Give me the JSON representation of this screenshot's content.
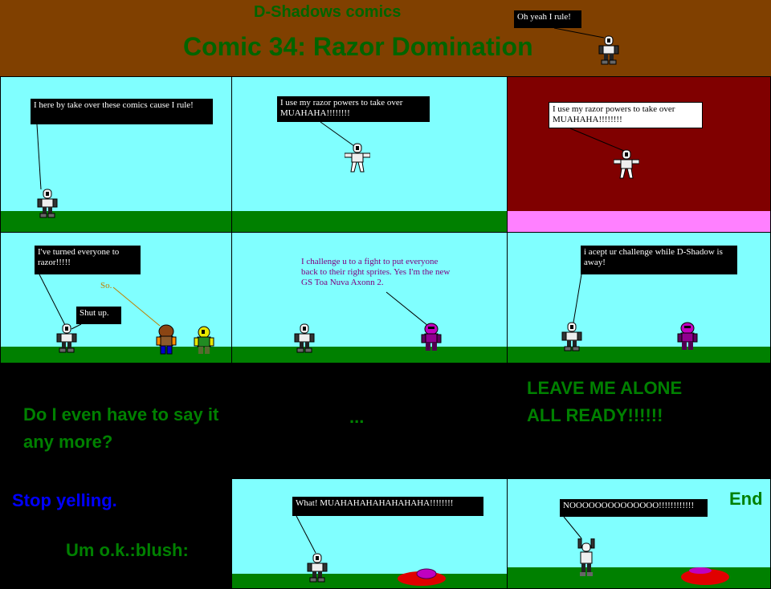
{
  "header": {
    "site_title": "D-Shadows comics",
    "comic_title": "Comic 34: Razor Domination",
    "speech": "Oh yeah I rule!"
  },
  "panels": [
    {
      "id": "p1",
      "speech": "I here by take over these comics cause I rule!"
    },
    {
      "id": "p2",
      "speech": "I use my razor powers to take over MUAHAHA!!!!!!!!"
    },
    {
      "id": "p3",
      "speech": "I use my razor powers to take over MUAHAHA!!!!!!!!"
    },
    {
      "id": "p4",
      "speech_a": "I've turned everyone to razor!!!!!",
      "speech_b": "So.",
      "speech_c": "Shut up."
    },
    {
      "id": "p5",
      "speech": "I challenge u to a fight to put everyone back to their right sprites. Yes I'm the new GS Toa Nuva Axonn 2."
    },
    {
      "id": "p6",
      "speech": "i acept ur challenge while D-Shadow is away!"
    },
    {
      "id": "p7",
      "text": "Do I even have to say it any more?"
    },
    {
      "id": "p8",
      "text": "..."
    },
    {
      "id": "p9",
      "text": "LEAVE ME ALONE ALL READY!!!!!!"
    },
    {
      "id": "p10",
      "text_a": "Stop yelling.",
      "text_b": "Um o.k.:blush:"
    },
    {
      "id": "p11",
      "speech": "What! MUAHAHAHAHAHAHAHA!!!!!!!!"
    },
    {
      "id": "p12",
      "speech": "NOOOOOOOOOOOOOO!!!!!!!!!!!!",
      "end": "End"
    }
  ],
  "colors": {
    "header_bg": "#804000",
    "title_green": "#006400",
    "sky": "#80ffff",
    "grass": "#008000",
    "maroon": "#800000",
    "pink": "#ff80ff",
    "purple_text": "#800080",
    "orange_text": "#c08000",
    "blue_text": "#0000ff",
    "blood": "#e00000"
  },
  "icons": [
    "razor-robot-icon",
    "brown-robot-icon",
    "yellow-robot-icon",
    "purple-robot-icon",
    "blood-puddle-icon"
  ]
}
